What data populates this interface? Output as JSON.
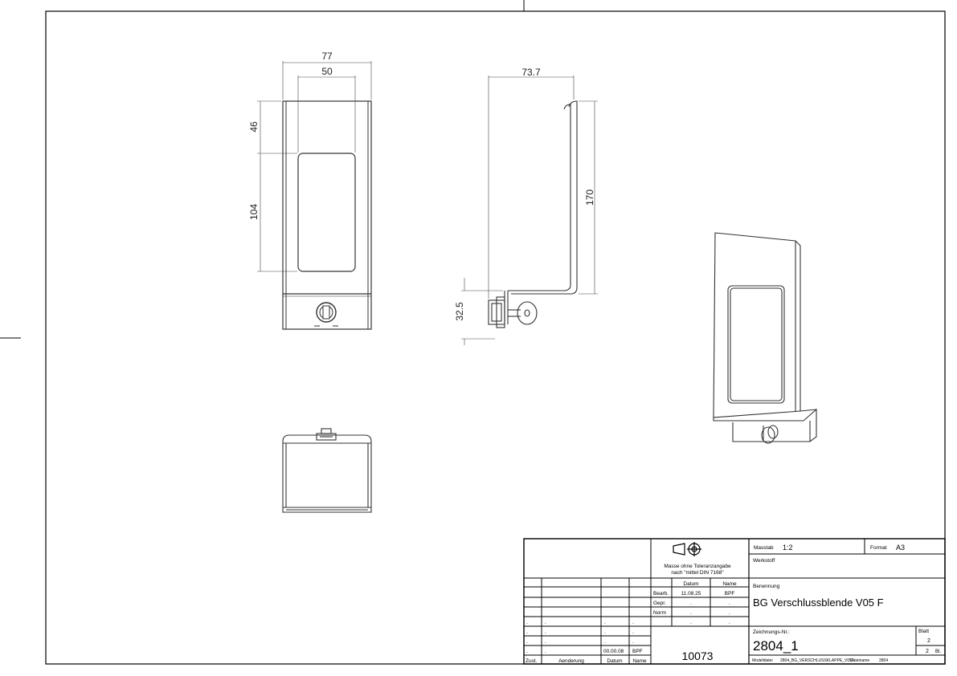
{
  "dimensions": {
    "width_total": "77",
    "width_inner": "50",
    "height_top": "46",
    "height_window": "104",
    "depth": "73.7",
    "height_side": "170",
    "height_lock": "32.5"
  },
  "title_block": {
    "tolerance_line1": "Masse ohne Toleranzangabe",
    "tolerance_line2": "nach \"mittel DIN 7168\"",
    "col_datum": "Datum",
    "col_name": "Name",
    "row_bearb": "Bearb.",
    "bearb_date": "11.08.25",
    "bearb_name": "BPF",
    "row_gepr": "Gepr.",
    "row_norm": "Norm",
    "dot": ".",
    "rev_date": "00.00.08",
    "rev_name": "BPF",
    "label_zust": "Zust.",
    "label_aenderung": "Aenderung",
    "label_datum": "Datum",
    "label_name": "Name",
    "drawing_code": "10073",
    "label_massstab": "Masstab",
    "massstab_value": "1:2",
    "label_format": "Format",
    "format_value": "A3",
    "label_werkstoff": "Werkstoff",
    "label_benennung": "Benennung",
    "benennung_value": "BG Verschlussblende V05 F",
    "label_zeichnungsnr": "Zeichnungs-Nr.:",
    "zeichnungsnr_value": "2804_1",
    "label_blatt": "Blatt",
    "blatt_value": "2",
    "blatt_total": "2",
    "label_bl": "Bl.",
    "label_modelldatei": "Modelldatei",
    "modelldatei_value": "2804_BG_VERSCHLUSSKLAPPE_V05F",
    "label_dateiname": "Dateiname",
    "dateiname_value": "2804"
  }
}
